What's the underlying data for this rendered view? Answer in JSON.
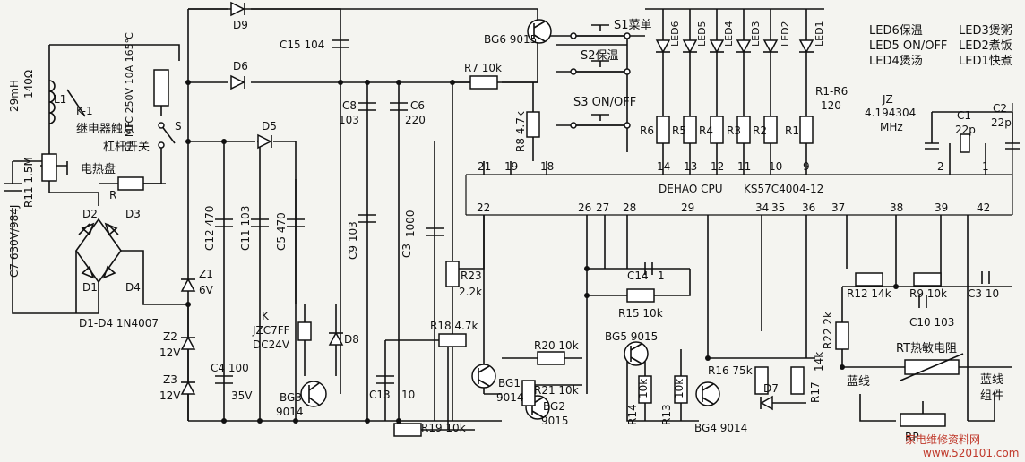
{
  "legend": {
    "led6": "LED6保温",
    "led3": "LED3煲粥",
    "led5": "LED5 ON/OFF",
    "led2": "LED2煮饭",
    "led4": "LED4煲汤",
    "led1": "LED1快煮"
  },
  "labels": {
    "l1_value": "29mH",
    "l1_res": "140Ω",
    "l1_name": "L1",
    "relay_contact_name": "K-1",
    "relay_contact_desc": "继电器触点",
    "lever_switch": "杠杆开关",
    "switch_s": "S",
    "heater": "电热盘",
    "r_heater": "R",
    "r11": "R11 1.5M",
    "c7": "C7 630V/984J",
    "fuse": "F1 MTC 250V 10A 165℃",
    "d2": "D2",
    "d3": "D3",
    "d1": "D1",
    "d4": "D4",
    "diodes": "D1-D4 1N4007",
    "d9": "D9",
    "d6": "D6",
    "d5": "D5",
    "c15": "C15 104",
    "c12": "C12 470",
    "c11": "C11 103",
    "c5": "C5 470",
    "z1": "Z1",
    "z1v": "6V",
    "z2": "Z2",
    "z2v": "12V",
    "z3": "Z3",
    "z3v": "12V",
    "c4": "C4 100",
    "c4v": "35V",
    "relay_k": "K",
    "relay_model": "JZC7FF",
    "relay_volt": "DC24V",
    "d8": "D8",
    "bg3": "BG3",
    "bg3m": "9014",
    "c8": "C8",
    "c8v": "103",
    "c6": "C6",
    "c6v": "220",
    "c9": "C9 103",
    "c3": "C3",
    "c3v": "1000",
    "bg6": "BG6 9015",
    "r7": "R7 10k",
    "r8": "R8 4.7k",
    "r23": "R23",
    "r23v": "2.2k",
    "r18": "R18 4.7k",
    "r19": "R19 10k",
    "c13": "C13",
    "c13v": "10",
    "r20": "R20 10k",
    "r21": "R21 10k",
    "bg1": "BG1",
    "bg1m": "9014",
    "bg2": "BG2",
    "bg2m": "9015",
    "s1": "S1菜单",
    "s2": "S2保温",
    "s3": "S3 ON/OFF",
    "led_names": [
      "LED6",
      "LED5",
      "LED4",
      "LED3",
      "LED2",
      "LED1"
    ],
    "r_names": [
      "R6",
      "R5",
      "R4",
      "R3",
      "R2",
      "R1"
    ],
    "r1r6": "R1-R6",
    "r1r6v": "120",
    "jz": "JZ",
    "jz_freq": "4.194304",
    "jz_unit": "MHz",
    "c1": "C1",
    "c1v": "22p",
    "c2": "C2",
    "c2v": "22p",
    "cpu_brand": "DEHAO CPU",
    "cpu_model": "KS57C4004-12",
    "pins_top": [
      "21",
      "19",
      "18",
      "14",
      "13",
      "12",
      "11",
      "10",
      "9",
      "2",
      "1"
    ],
    "pins_bottom": [
      "22",
      "26",
      "27",
      "28",
      "29",
      "34",
      "35",
      "36",
      "37",
      "38",
      "39",
      "42"
    ],
    "c14": "C14",
    "c14v": "1",
    "r15": "R15 10k",
    "bg5": "BG5 9015",
    "r14": "R14",
    "r14v": "10k",
    "r13": "R13",
    "r13v": "10k",
    "bg4": "BG4 9014",
    "r16": "R16 75k",
    "r17": "R17",
    "r17v": "14k",
    "d7": "D7",
    "r12": "R12 14k",
    "r9": "R9 10k",
    "c3b": "C3 10",
    "c10": "C10 103",
    "r22": "R22 2k",
    "rt": "RT热敏电阻",
    "blue_wire": "蓝线",
    "blue_wire2": "蓝线",
    "assembly": "组件",
    "rp": "RP"
  },
  "watermark": {
    "site": "家电维修资料网",
    "url": "www.520101.com"
  }
}
